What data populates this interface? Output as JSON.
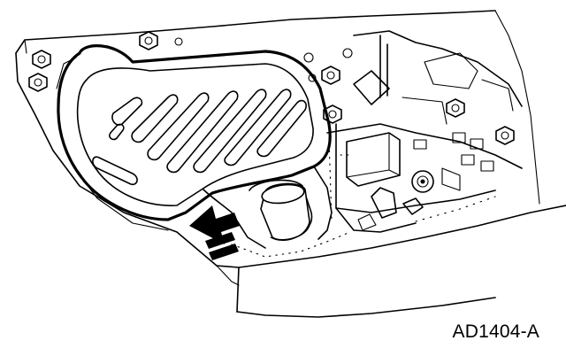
{
  "figure": {
    "id_label": "AD1404-A",
    "line_color": "#000000",
    "background": "#ffffff"
  },
  "parts": {
    "filter": "transmission-fluid-filter",
    "pickup": "filter-pickup-tube",
    "valve_body": "valve-body",
    "case": "transmission-case",
    "bolts": "bolt",
    "arrow": "direction-arrow"
  }
}
